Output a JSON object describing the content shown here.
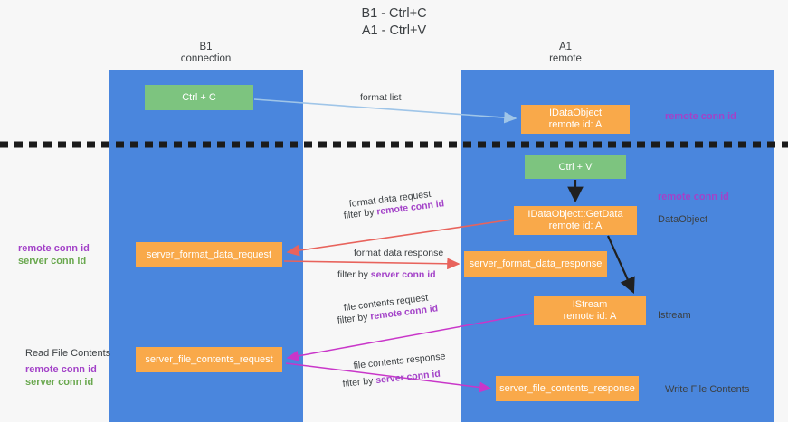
{
  "page": {
    "title_line1": "B1 - Ctrl+C",
    "title_line2": "A1 - Ctrl+V"
  },
  "colors": {
    "lane_blue": "#4a86dd",
    "node_orange": "#f9a94a",
    "node_green": "#7dc47f",
    "accent_purple": "#a342c8",
    "accent_green": "#6aa84f",
    "arrow_lightblue": "#9fc5e8",
    "arrow_red": "#e8635c",
    "arrow_magenta": "#c936c9",
    "arrow_black": "#202020",
    "divider_black": "#1b1b1b",
    "background": "#f7f7f7"
  },
  "lanes": [
    {
      "id": "b1",
      "title_line1": "B1",
      "title_line2": "connection"
    },
    {
      "id": "a1",
      "title_line1": "A1",
      "title_line2": "remote"
    }
  ],
  "nodes": [
    {
      "id": "ctrl-c",
      "shape": "green",
      "line1": "Ctrl + C",
      "line2": ""
    },
    {
      "id": "idataobject",
      "shape": "orange",
      "line1": "IDataObject",
      "line2": "remote id: A"
    },
    {
      "id": "ctrl-v",
      "shape": "green",
      "line1": "Ctrl + V",
      "line2": ""
    },
    {
      "id": "getdata",
      "shape": "orange",
      "line1": "IDataObject::GetData",
      "line2": "remote id: A"
    },
    {
      "id": "fmt-req",
      "shape": "orange",
      "line1": "server_format_data_request",
      "line2": ""
    },
    {
      "id": "fmt-resp",
      "shape": "orange",
      "line1": "server_format_data_response",
      "line2": ""
    },
    {
      "id": "istream",
      "shape": "orange",
      "line1": "IStream",
      "line2": "remote id: A"
    },
    {
      "id": "file-req",
      "shape": "orange",
      "line1": "server_file_contents_request",
      "line2": ""
    },
    {
      "id": "file-resp",
      "shape": "orange",
      "line1": "server_file_contents_response",
      "line2": ""
    }
  ],
  "edge_labels": {
    "format_list": "format list",
    "format_data_request": "format data request",
    "format_data_request_filter_prefix": "filter by ",
    "format_data_request_filter_key": "remote conn id",
    "format_data_response": "format data response",
    "format_data_response_filter_prefix": "filter by ",
    "format_data_response_filter_key": "server conn id",
    "file_contents_request": "file contents request",
    "file_contents_request_filter_prefix": "filter by ",
    "file_contents_request_filter_key": "remote conn id",
    "file_contents_response": "file contents response",
    "file_contents_response_filter_prefix": "filter by ",
    "file_contents_response_filter_key": "server conn id"
  },
  "side_notes": {
    "right_remote_conn_id_top": "remote conn id",
    "right_remote_conn_id_mid": "remote conn id",
    "right_dataobject": "DataObject",
    "right_istream": "Istream",
    "right_write_file_contents": "Write File Contents",
    "left_remote_conn_id": "remote conn id",
    "left_server_conn_id": "server conn id",
    "left_read_file_contents": "Read File Contents",
    "left_remote_conn_id_2": "remote conn id",
    "left_server_conn_id_2": "server conn id"
  }
}
